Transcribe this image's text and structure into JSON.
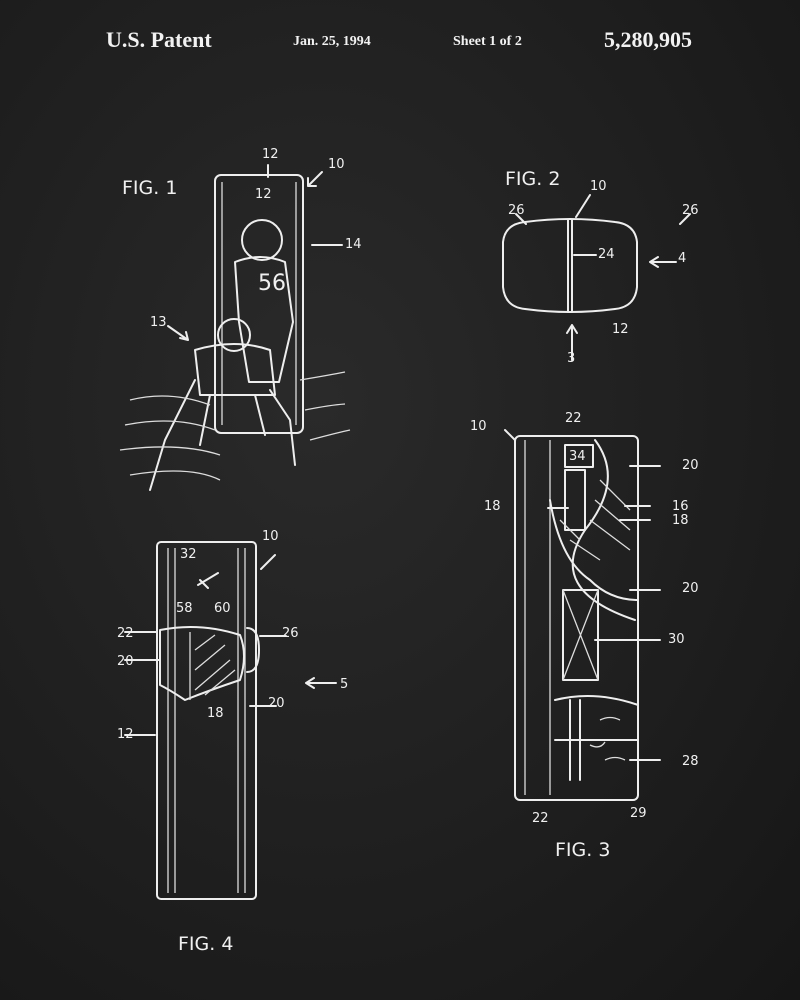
{
  "header": {
    "left": "U.S. Patent",
    "date": "Jan. 25, 1994",
    "sheet": "Sheet 1 of 2",
    "number": "5,280,905"
  },
  "fig1": {
    "title": "FIG. 1",
    "labels": [
      "12",
      "12",
      "10",
      "14",
      "13"
    ]
  },
  "fig2": {
    "title": "FIG. 2",
    "labels": [
      "10",
      "26",
      "26",
      "24",
      "4",
      "12",
      "3"
    ]
  },
  "fig3": {
    "title": "FIG. 3",
    "labels": [
      "22",
      "10",
      "34",
      "20",
      "18",
      "16",
      "18",
      "20",
      "30",
      "28",
      "22",
      "29"
    ]
  },
  "fig4": {
    "title": "FIG. 4",
    "labels": [
      "10",
      "32",
      "58",
      "60",
      "22",
      "20",
      "26",
      "5",
      "18",
      "20",
      "12"
    ]
  },
  "colors": {
    "background": "#1f1f1f",
    "ink": "#f0f0f0"
  }
}
